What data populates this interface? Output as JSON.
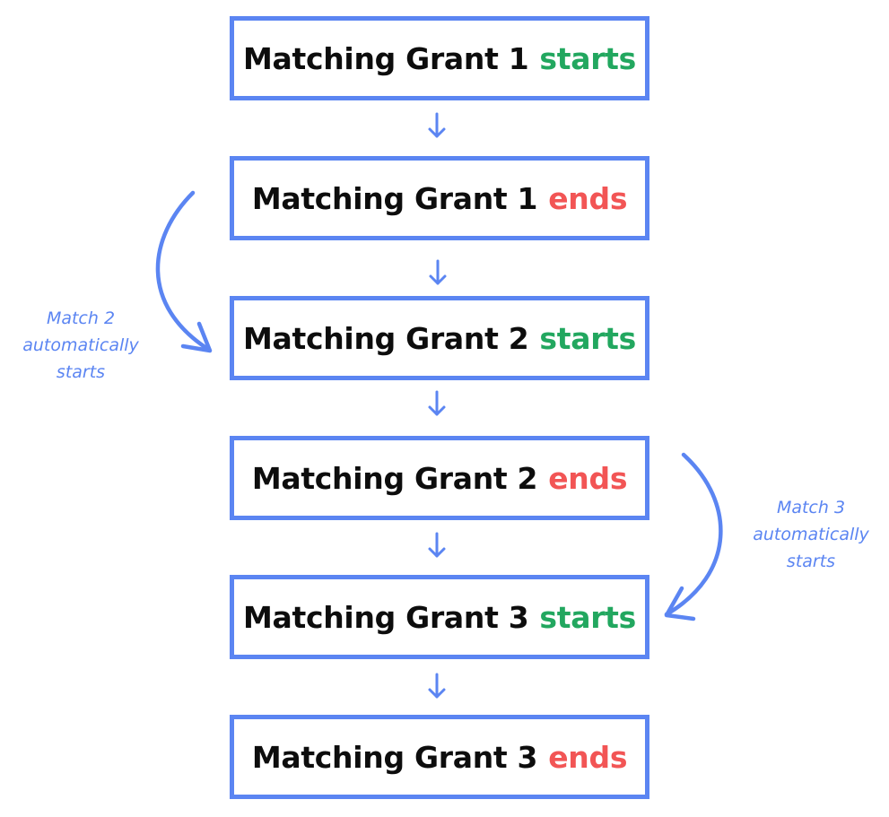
{
  "colors": {
    "box_border": "#5b85f2",
    "arrow": "#5b85f2",
    "starts": "#22a75f",
    "ends": "#f25555",
    "text": "#0d0d0d"
  },
  "steps": [
    {
      "label": "Matching Grant 1",
      "status": "starts"
    },
    {
      "label": "Matching Grant 1",
      "status": "ends"
    },
    {
      "label": "Matching Grant 2",
      "status": "starts"
    },
    {
      "label": "Matching Grant 2",
      "status": "ends"
    },
    {
      "label": "Matching Grant 3",
      "status": "starts"
    },
    {
      "label": "Matching Grant 3",
      "status": "ends"
    }
  ],
  "notes": {
    "match2": [
      "Match 2",
      "automatically",
      "starts"
    ],
    "match3": [
      "Match 3",
      "automatically",
      "starts"
    ]
  }
}
